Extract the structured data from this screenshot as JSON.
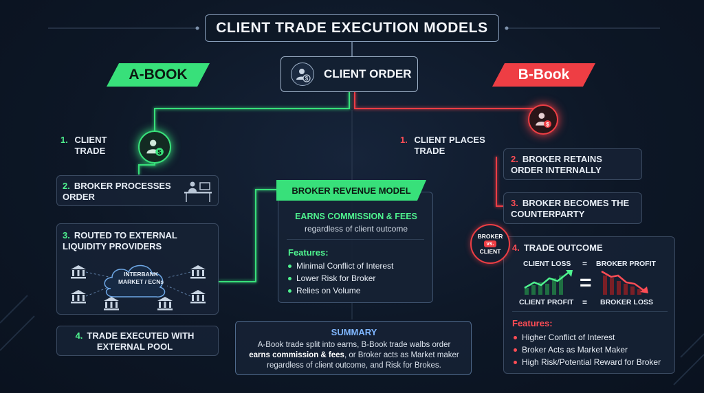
{
  "title": "CLIENT TRADE EXECUTION MODELS",
  "client_order": {
    "label": "CLIENT ORDER"
  },
  "a_book": {
    "banner": "A-BOOK",
    "steps": [
      {
        "num": "1.",
        "text": "CLIENT TRADE"
      },
      {
        "num": "2.",
        "text": "BROKER PROCESSES ORDER"
      },
      {
        "num": "3.",
        "text": "ROUTED TO EXTERNAL LIQUIDITY PROVIDERS"
      },
      {
        "num": "4.",
        "text": "TRADE EXECUTED WITH EXTERNAL POOL"
      }
    ],
    "cloud_label": "INTERBANK MARKET / ECNs"
  },
  "revenue": {
    "header": "BROKER REVENUE MODEL",
    "headline": "EARNS COMMISSION & FEES",
    "sub": "regardless of client outcome",
    "features_title": "Features:",
    "features": [
      "Minimal Conflict of Interest",
      "Lower Risk for Broker",
      "Relies on Volume"
    ]
  },
  "summary": {
    "title": "SUMMARY",
    "line1": "A-Book trade split into earns, B-Book trade walbs order",
    "line2_bold": "earns commission & fees",
    "line2_rest": ", or Broker acts as Market maker",
    "line3": "regardless of client outcome, and Risk for Brokes."
  },
  "b_book": {
    "banner": "B-Book",
    "steps": [
      {
        "num": "1.",
        "text": "CLIENT PLACES TRADE"
      },
      {
        "num": "2.",
        "text": "BROKER RETAINS ORDER INTERNALLY"
      },
      {
        "num": "3.",
        "text": "BROKER BECOMES THE COUNTERPARTY"
      },
      {
        "num": "4.",
        "text": "TRADE OUTCOME"
      }
    ],
    "vs_badge": {
      "top": "BROKER",
      "mid": "vs.",
      "bottom": "CLIENT"
    },
    "outcome": {
      "client_loss": "CLIENT LOSS",
      "broker_profit": "BROKER PROFIT",
      "client_profit": "CLIENT PROFIT",
      "broker_loss": "BROKER LOSS",
      "eq": "=",
      "big_eq": "="
    },
    "features_title": "Features:",
    "features": [
      "Higher Conflict of Interest",
      "Broker Acts as Market Maker",
      "High Risk/Potential Reward for Broker"
    ]
  },
  "colors": {
    "green": "#4ff38f",
    "red": "#ff4d55",
    "accent_green": "#38e07a",
    "accent_red": "#ee3e44"
  }
}
